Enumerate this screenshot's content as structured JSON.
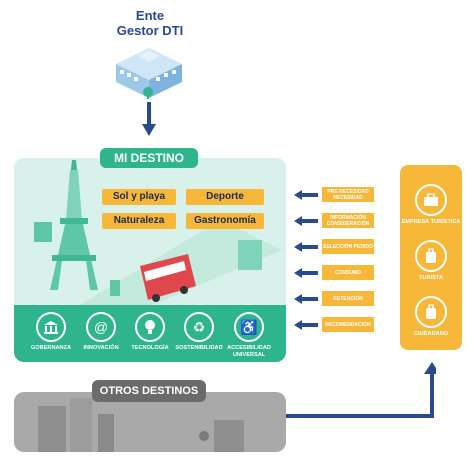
{
  "entity": {
    "line1": "Ente",
    "line2": "Gestor DTI"
  },
  "mi_destino": {
    "title": "MI DESTINO",
    "categories": [
      "Sol y playa",
      "Deporte",
      "Naturaleza",
      "Gastronomía"
    ]
  },
  "pillars": [
    "GOBERNANZA",
    "INNOVACIÓN",
    "TECNOLOGÍA",
    "SOSTENIBILIDAD",
    "ACCESIBILIDAD UNIVERSAL"
  ],
  "stages": [
    "PRE-NECESIDAD NECESIDAD",
    "INFORMACIÓN CONSIDERACIÓN",
    "SELECCIÓN PEDIDO",
    "CONSUMO",
    "RETENCIÓN",
    "RECOMENDACIÓN"
  ],
  "actors": [
    "EMPRESA TURÍSTICA",
    "TURISTA",
    "CIUDADANO"
  ],
  "otros_destinos": {
    "title": "OTROS DESTINOS"
  },
  "colors": {
    "green": "#2fb58d",
    "light_green": "#d8f1ea",
    "orange": "#f7b739",
    "navy": "#2a4a8f",
    "grey": "#a9a9a9",
    "dark_grey": "#6b6b6b"
  },
  "icons": [
    "building-icon",
    "institution-icon",
    "at-icon",
    "bulb-icon",
    "recycle-icon",
    "wheelchair-icon",
    "briefcase-icon",
    "luggage-icon",
    "suitcase-icon",
    "arrow-icon"
  ]
}
